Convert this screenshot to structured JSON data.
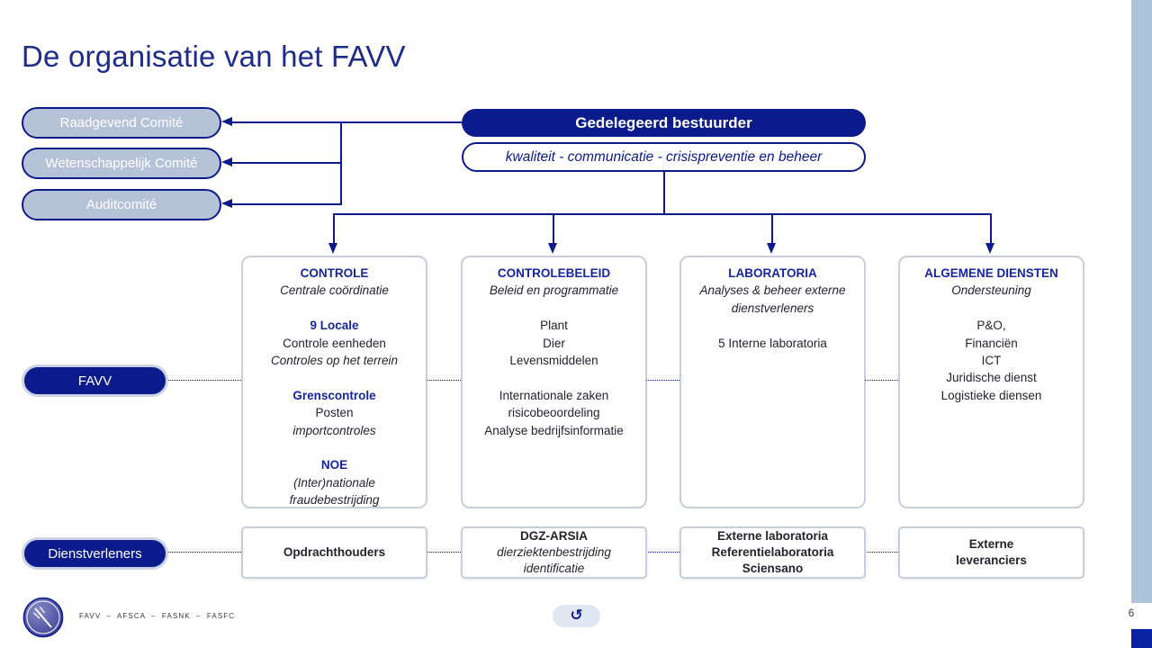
{
  "slide": {
    "title": "De organisatie van het FAVV",
    "page_number": "6"
  },
  "colors": {
    "navy": "#0B1B8C",
    "title_blue": "#1D2C8A",
    "heading_blue": "#16269E",
    "light_pill": "#B5C2D7",
    "box_border": "#C7CFDC",
    "side_bar": "#ACC5DB",
    "corner_block": "#0A22A4",
    "text_dark": "#23242E",
    "replay_bg": "#E0E6F2"
  },
  "committees": [
    {
      "label": "Raadgevend Comité"
    },
    {
      "label": "Wetenschappelijk Comité"
    },
    {
      "label": "Auditcomité"
    }
  ],
  "director": {
    "label": "Gedelegeerd bestuurder",
    "subtitle": "kwaliteit - communicatie - crisispreventie en beheer"
  },
  "row_pills": {
    "favv": "FAVV",
    "dienstverleners": "Dienstverleners"
  },
  "departments": [
    {
      "name": "controle",
      "lines": [
        {
          "t": "CONTROLE",
          "s": "h"
        },
        {
          "t": "Centrale coördinatie",
          "s": "i"
        },
        {
          "t": "",
          "s": "b"
        },
        {
          "t": "9 Locale",
          "s": "h"
        },
        {
          "t": "Controle eenheden",
          "s": "n"
        },
        {
          "t": "Controles op het terrein",
          "s": "i"
        },
        {
          "t": "",
          "s": "b"
        },
        {
          "t": "Grenscontrole",
          "s": "h"
        },
        {
          "t": "Posten",
          "s": "n"
        },
        {
          "t": "importcontroles",
          "s": "i"
        },
        {
          "t": "",
          "s": "b"
        },
        {
          "t": "NOE",
          "s": "h"
        },
        {
          "t": "(Inter)nationale",
          "s": "i"
        },
        {
          "t": "fraudebestrijding",
          "s": "i"
        }
      ]
    },
    {
      "name": "controlebeleid",
      "lines": [
        {
          "t": "CONTROLEBELEID",
          "s": "h"
        },
        {
          "t": "Beleid en programmatie",
          "s": "i"
        },
        {
          "t": "",
          "s": "b"
        },
        {
          "t": "Plant",
          "s": "n"
        },
        {
          "t": "Dier",
          "s": "n"
        },
        {
          "t": "Levensmiddelen",
          "s": "n"
        },
        {
          "t": "",
          "s": "b"
        },
        {
          "t": "Internationale zaken",
          "s": "n"
        },
        {
          "t": "risicobeoordeling",
          "s": "n"
        },
        {
          "t": "Analyse bedrijfsinformatie",
          "s": "n"
        }
      ]
    },
    {
      "name": "laboratoria",
      "lines": [
        {
          "t": "LABORATORIA",
          "s": "h"
        },
        {
          "t": "Analyses & beheer externe",
          "s": "i"
        },
        {
          "t": "dienstverleners",
          "s": "i"
        },
        {
          "t": "",
          "s": "b"
        },
        {
          "t": "5 Interne laboratoria",
          "s": "n"
        }
      ]
    },
    {
      "name": "algemene-diensten",
      "lines": [
        {
          "t": "ALGEMENE DIENSTEN",
          "s": "h"
        },
        {
          "t": "Ondersteuning",
          "s": "i"
        },
        {
          "t": "",
          "s": "b"
        },
        {
          "t": "P&O,",
          "s": "n"
        },
        {
          "t": "Financiën",
          "s": "n"
        },
        {
          "t": "ICT",
          "s": "n"
        },
        {
          "t": "Juridische dienst",
          "s": "n"
        },
        {
          "t": "Logistieke diensen",
          "s": "n"
        }
      ]
    }
  ],
  "providers": [
    {
      "name": "opdrachthouders",
      "lines": [
        {
          "t": "Opdrachthouders",
          "s": "h"
        }
      ]
    },
    {
      "name": "dgz-arsia",
      "lines": [
        {
          "t": "DGZ-ARSIA",
          "s": "h"
        },
        {
          "t": "dierziektenbestrijding",
          "s": "i"
        },
        {
          "t": "identificatie",
          "s": "i"
        }
      ]
    },
    {
      "name": "externe-laboratoria",
      "lines": [
        {
          "t": "Externe laboratoria",
          "s": "h"
        },
        {
          "t": "Referentielaboratoria",
          "s": "h"
        },
        {
          "t": "Sciensano",
          "s": "h"
        }
      ]
    },
    {
      "name": "externe-leveranciers",
      "lines": [
        {
          "t": "Externe",
          "s": "h"
        },
        {
          "t": "leveranciers",
          "s": "h"
        }
      ]
    }
  ],
  "footer": {
    "brand_text": "FAVV – AFSCA – FASNK – FASFC",
    "refresh_icon": "↺"
  }
}
